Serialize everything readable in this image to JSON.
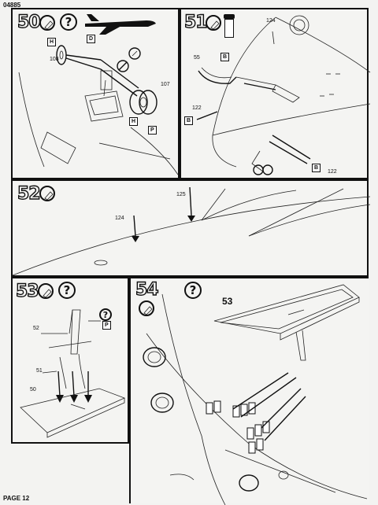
{
  "header": {
    "code": "04885"
  },
  "footer": {
    "page": "PAGE 12"
  },
  "steps": [
    {
      "number": "50",
      "parts": {
        "p108": "108",
        "p107": "107"
      },
      "tags": {
        "d": "D",
        "h1": "H",
        "h2": "H",
        "p": "P"
      }
    },
    {
      "number": "51",
      "parts": {
        "p124": "124",
        "p55": "55",
        "p122a": "122",
        "p122b": "122"
      },
      "tags": {
        "b1": "B",
        "b2": "B",
        "b3": "B"
      }
    },
    {
      "number": "52",
      "parts": {
        "p125": "125",
        "p124": "124"
      }
    },
    {
      "number": "53",
      "parts": {
        "p52": "52",
        "p51": "51",
        "p50": "50"
      },
      "tags": {
        "p": "P"
      }
    },
    {
      "number": "54",
      "sub_label": "53"
    }
  ]
}
